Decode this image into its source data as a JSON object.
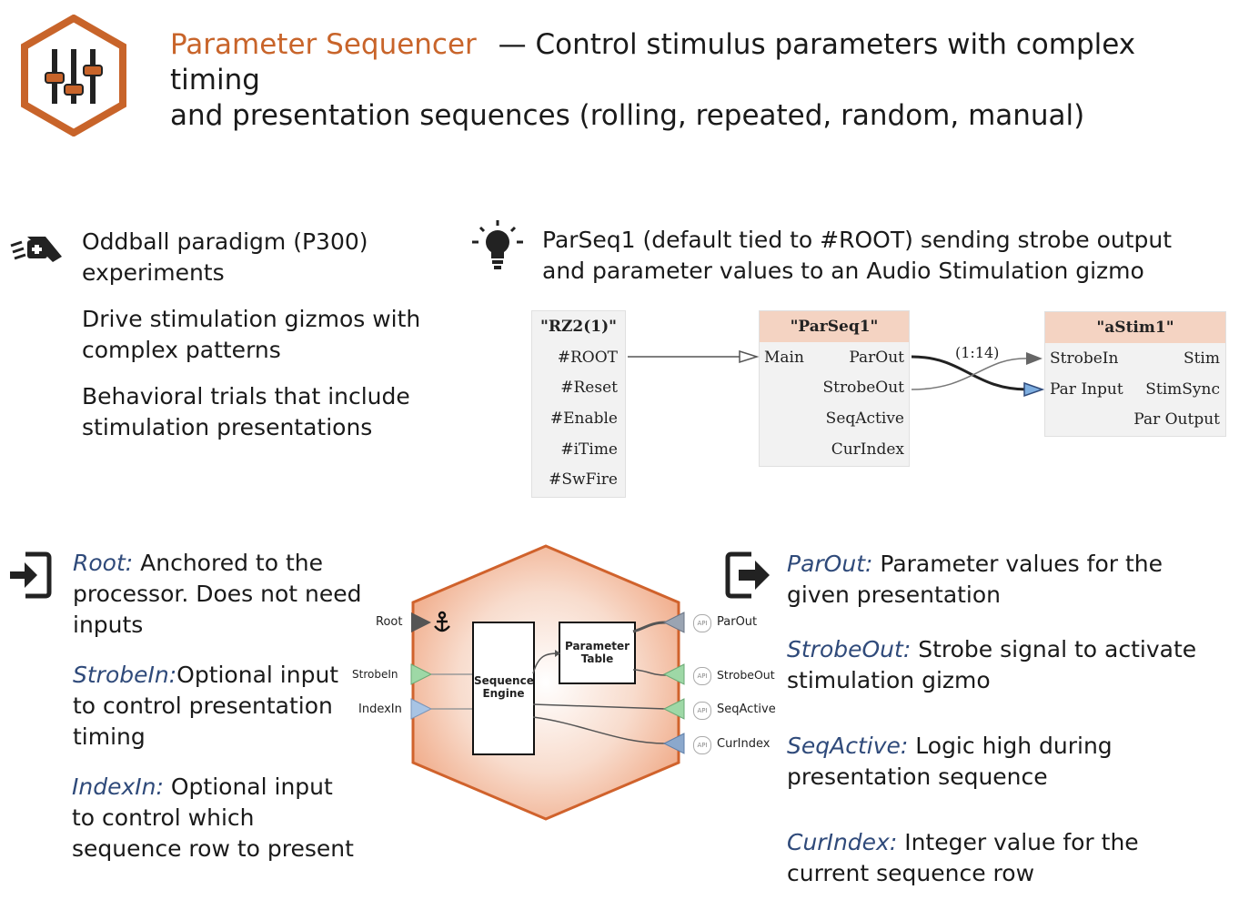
{
  "header": {
    "title": "Parameter Sequencer",
    "dash": "—",
    "subtitle_line1": "Control stimulus parameters with complex timing",
    "subtitle_line2": "and presentation sequences (rolling, repeated, random, manual)"
  },
  "colors": {
    "accent": "#c8642a",
    "port_label": "#2f4a7a",
    "hex_fill": "#f2b99a"
  },
  "icons": {
    "logo": "sliders-hexagon-icon",
    "uses": "syringe-icon",
    "hint": "lightbulb-icon",
    "inputs": "sign-in-icon",
    "outputs": "sign-out-icon"
  },
  "uses": {
    "item1_line1": "Oddball paradigm (P300)",
    "item1_line2": "experiments",
    "item2_line1": "Drive stimulation gizmos with",
    "item2_line2": "complex patterns",
    "item3_line1": "Behavioral trials that include",
    "item3_line2": "stimulation presentations"
  },
  "hint": {
    "line1": "ParSeq1 (default tied to #ROOT) sending strobe output",
    "line2": "and parameter values to an Audio Stimulation gizmo"
  },
  "example": {
    "rz2": {
      "title": "\"RZ2(1)\"",
      "rows": [
        "#ROOT",
        "#Reset",
        "#Enable",
        "#iTime",
        "#SwFire"
      ]
    },
    "parseq": {
      "title": "\"ParSeq1\"",
      "input": "Main",
      "outputs": [
        "ParOut",
        "StrobeOut",
        "SeqActive",
        "CurIndex"
      ]
    },
    "astim": {
      "title": "\"aStim1\"",
      "inputs": [
        "StrobeIn",
        "Par Input"
      ],
      "outputs": [
        "Stim",
        "StimSync",
        "Par Output"
      ]
    },
    "link_label": "(1:14)"
  },
  "gizmo": {
    "inputs": {
      "root": "Root",
      "strobe": "StrobeIn",
      "index": "IndexIn"
    },
    "engine_line1": "Sequence",
    "engine_line2": "Engine",
    "table_line1": "Parameter",
    "table_line2": "Table",
    "api_badge": "API",
    "outputs": [
      "ParOut",
      "StrobeOut",
      "SeqActive",
      "CurIndex"
    ]
  },
  "inputs_desc": {
    "root_label": "Root:",
    "root_line1": "Anchored to the",
    "root_line2": "processor. Does not need",
    "root_line3": "inputs",
    "strobe_label": "StrobeIn:",
    "strobe_line1": "Optional input",
    "strobe_line2": "to control presentation",
    "strobe_line3": "timing",
    "index_label": "IndexIn:",
    "index_line1": "Optional input",
    "index_line2": "to control which",
    "index_line3": "sequence row to present"
  },
  "outputs_desc": {
    "parout_label": "ParOut:",
    "parout_line1": "Parameter values for the",
    "parout_line2": "given presentation",
    "strobe_label": "StrobeOut:",
    "strobe_line1": "Strobe signal to activate",
    "strobe_line2": "stimulation gizmo",
    "seq_label": "SeqActive:",
    "seq_line1": "Logic high during",
    "seq_line2": "presentation sequence",
    "cur_label": "CurIndex:",
    "cur_line1": "Integer value for the",
    "cur_line2": "current sequence row"
  }
}
